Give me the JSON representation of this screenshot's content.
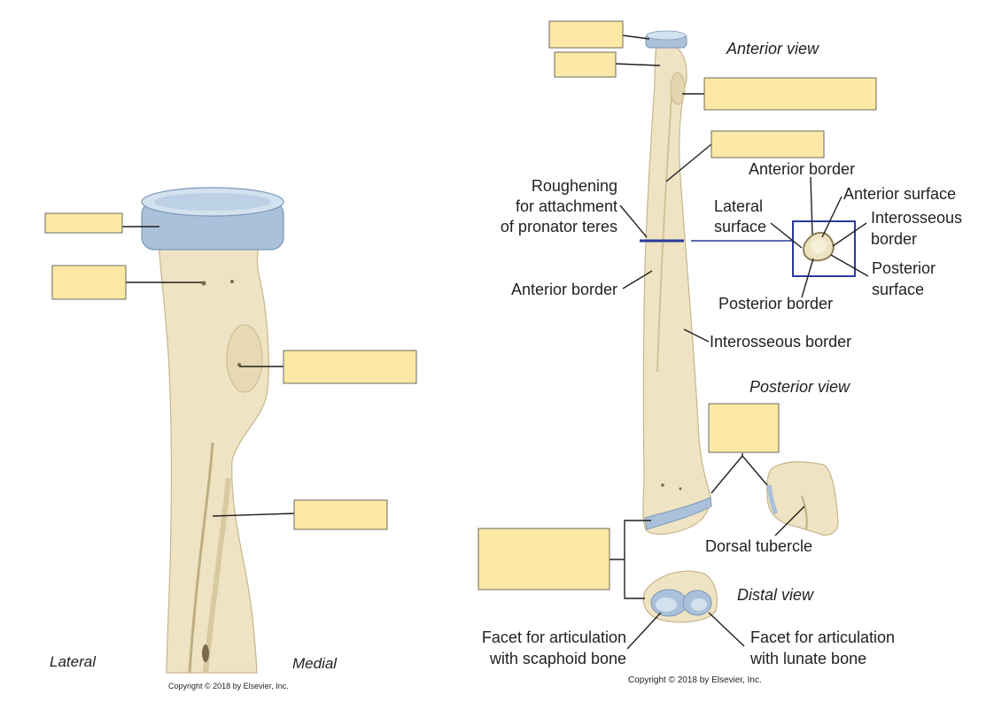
{
  "colors": {
    "bone": "#eee3c3",
    "bone_shade": "#d6c79f",
    "cartilage": "#a9c1da",
    "cartilage_light": "#d3e2ef",
    "label_box": "#fde9a5",
    "section_line": "#2b3a9a"
  },
  "left_panel": {
    "orientation_lateral": "Lateral",
    "orientation_medial": "Medial",
    "copyright": "Copyright © 2018 by Elsevier, Inc."
  },
  "right_panel": {
    "anterior_view": "Anterior view",
    "posterior_view": "Posterior view",
    "distal_view": "Distal view",
    "roughening": [
      "Roughening",
      "for attachment",
      "of pronator teres"
    ],
    "anterior_border_shaft": "Anterior border",
    "interosseous_border_shaft": "Interosseous border",
    "cross_section": {
      "anterior_border": "Anterior border",
      "anterior_surface": "Anterior surface",
      "lateral_surface": [
        "Lateral",
        "surface"
      ],
      "interosseous_border": [
        "Interosseous",
        "border"
      ],
      "posterior_surface": [
        "Posterior",
        "surface"
      ],
      "posterior_border": "Posterior border"
    },
    "dorsal_tubercle": "Dorsal tubercle",
    "facet_scaphoid": [
      "Facet for articulation",
      "with scaphoid bone"
    ],
    "facet_lunate": [
      "Facet for articulation",
      "with lunate bone"
    ],
    "copyright": "Copyright © 2018 by Elsevier, Inc."
  }
}
